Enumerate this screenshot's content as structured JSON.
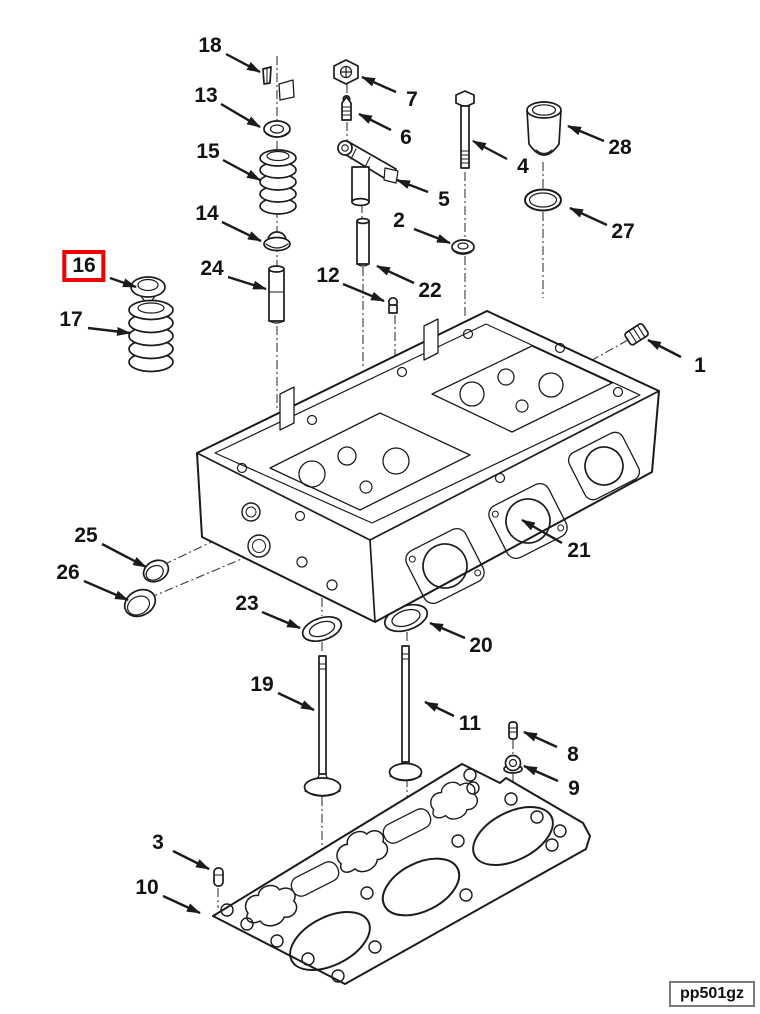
{
  "diagram": {
    "type": "exploded-parts-diagram",
    "subject": "cylinder-head-assembly",
    "footer_code": "pp501gz",
    "highlighted_callout": "16",
    "highlight_color": "#ee0000",
    "line_color": "#1b1b1b",
    "callouts": [
      {
        "label": "1"
      },
      {
        "label": "2"
      },
      {
        "label": "3"
      },
      {
        "label": "4"
      },
      {
        "label": "5"
      },
      {
        "label": "6"
      },
      {
        "label": "7"
      },
      {
        "label": "8"
      },
      {
        "label": "9"
      },
      {
        "label": "10"
      },
      {
        "label": "11"
      },
      {
        "label": "12"
      },
      {
        "label": "13"
      },
      {
        "label": "14"
      },
      {
        "label": "15"
      },
      {
        "label": "16"
      },
      {
        "label": "17"
      },
      {
        "label": "18"
      },
      {
        "label": "19"
      },
      {
        "label": "20"
      },
      {
        "label": "21"
      },
      {
        "label": "22"
      },
      {
        "label": "23"
      },
      {
        "label": "24"
      },
      {
        "label": "25"
      },
      {
        "label": "26"
      },
      {
        "label": "27"
      },
      {
        "label": "28"
      }
    ]
  }
}
